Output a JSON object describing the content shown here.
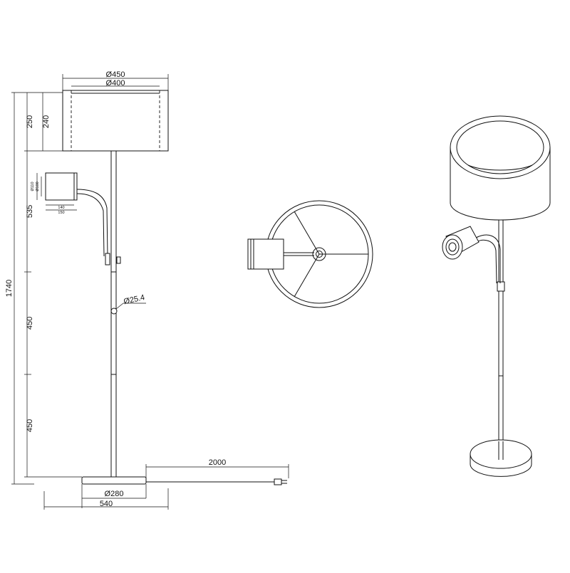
{
  "dimensions": {
    "shade_outer": "Ø450",
    "shade_inner": "Ø400",
    "shade_height_outer": "250",
    "shade_height_inner": "240",
    "upper_section": "535",
    "total_height": "1740",
    "middle_section": "450",
    "lower_section": "450",
    "tube_diameter": "Ø25.4",
    "base_diameter": "Ø280",
    "total_width": "540",
    "cable_length": "2000",
    "spot_height_outer": "Ø110",
    "spot_height_inner": "Ø100",
    "spot_depth_inner": "140",
    "spot_depth_outer": "150"
  },
  "views": [
    "front-elevation",
    "top-view",
    "perspective-view"
  ]
}
